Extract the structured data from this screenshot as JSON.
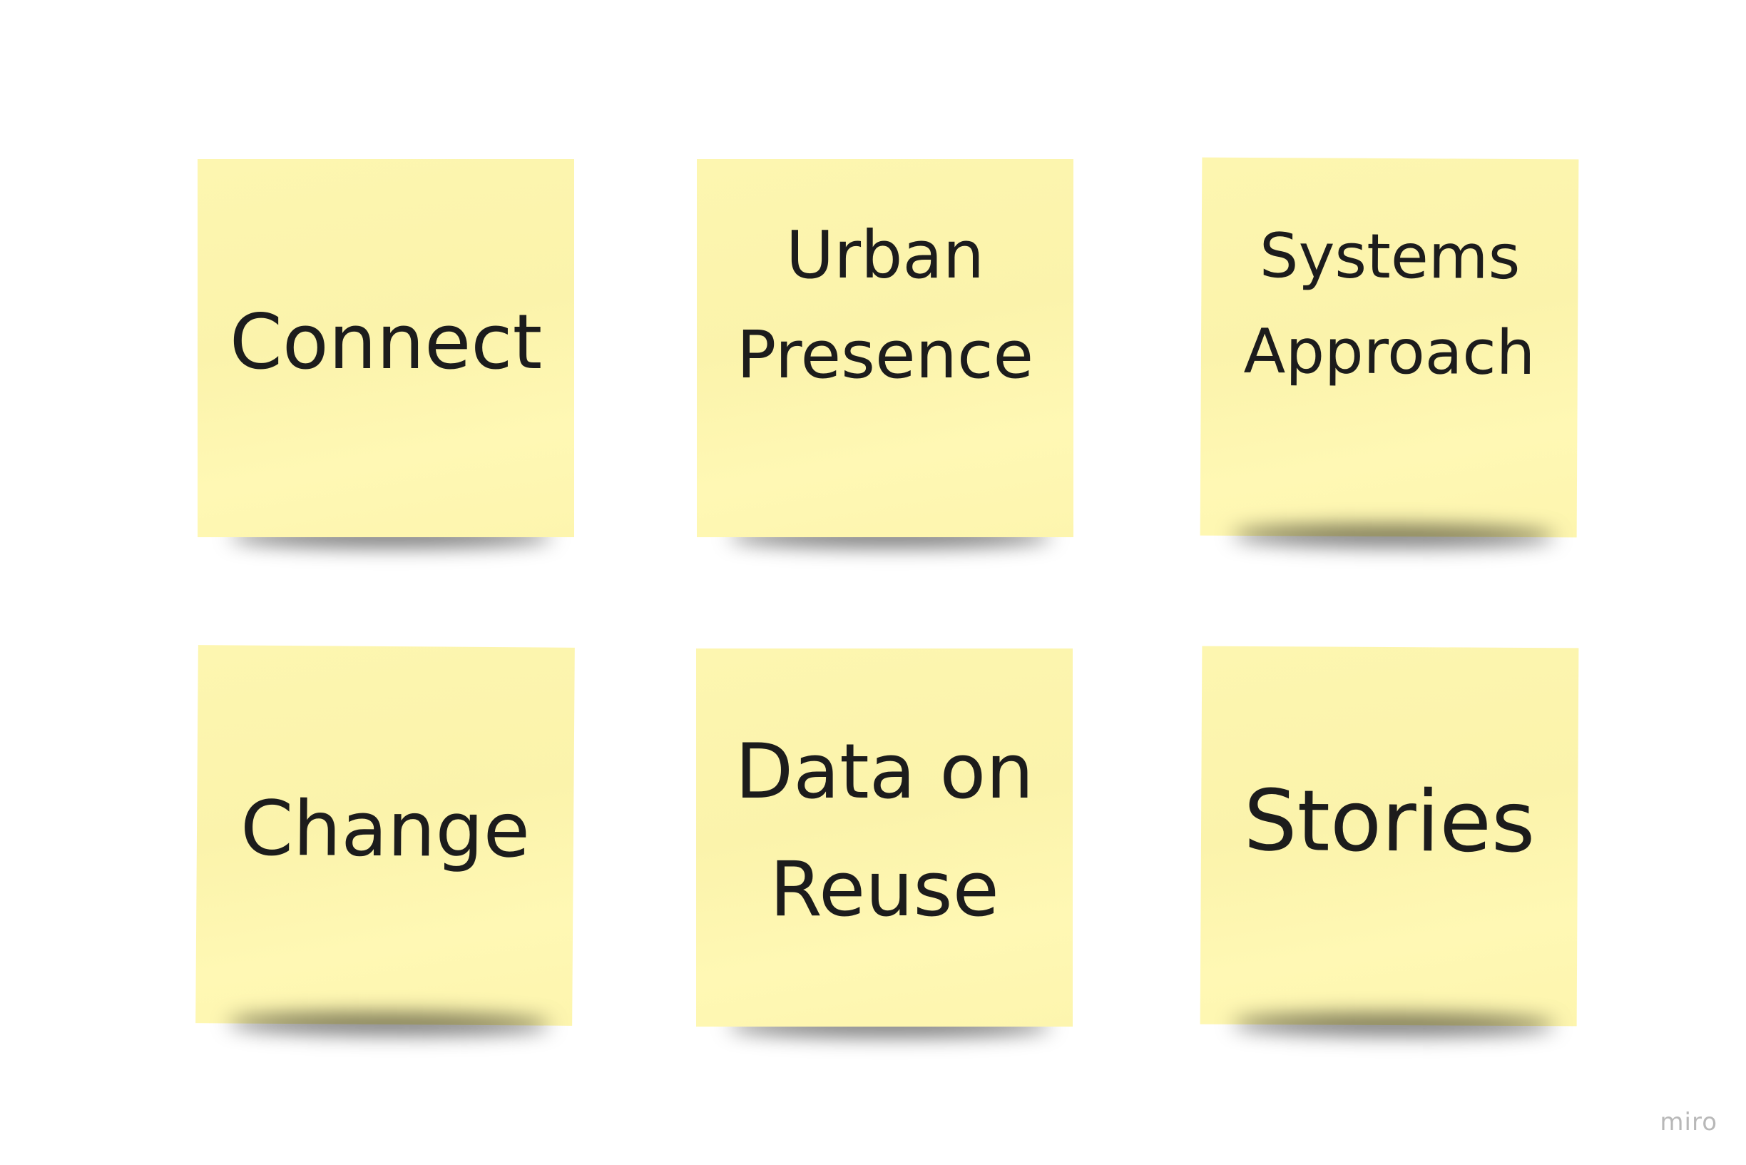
{
  "board": {
    "background_color": "#ffffff",
    "note_color": "#fdf6b0",
    "notes": [
      {
        "text": "Connect"
      },
      {
        "text": "Urban\nPresence"
      },
      {
        "text": "Systems\nApproach"
      },
      {
        "text": "Change"
      },
      {
        "text": "Data on\nReuse"
      },
      {
        "text": "Stories"
      }
    ]
  },
  "brand": {
    "logo": "miro"
  }
}
